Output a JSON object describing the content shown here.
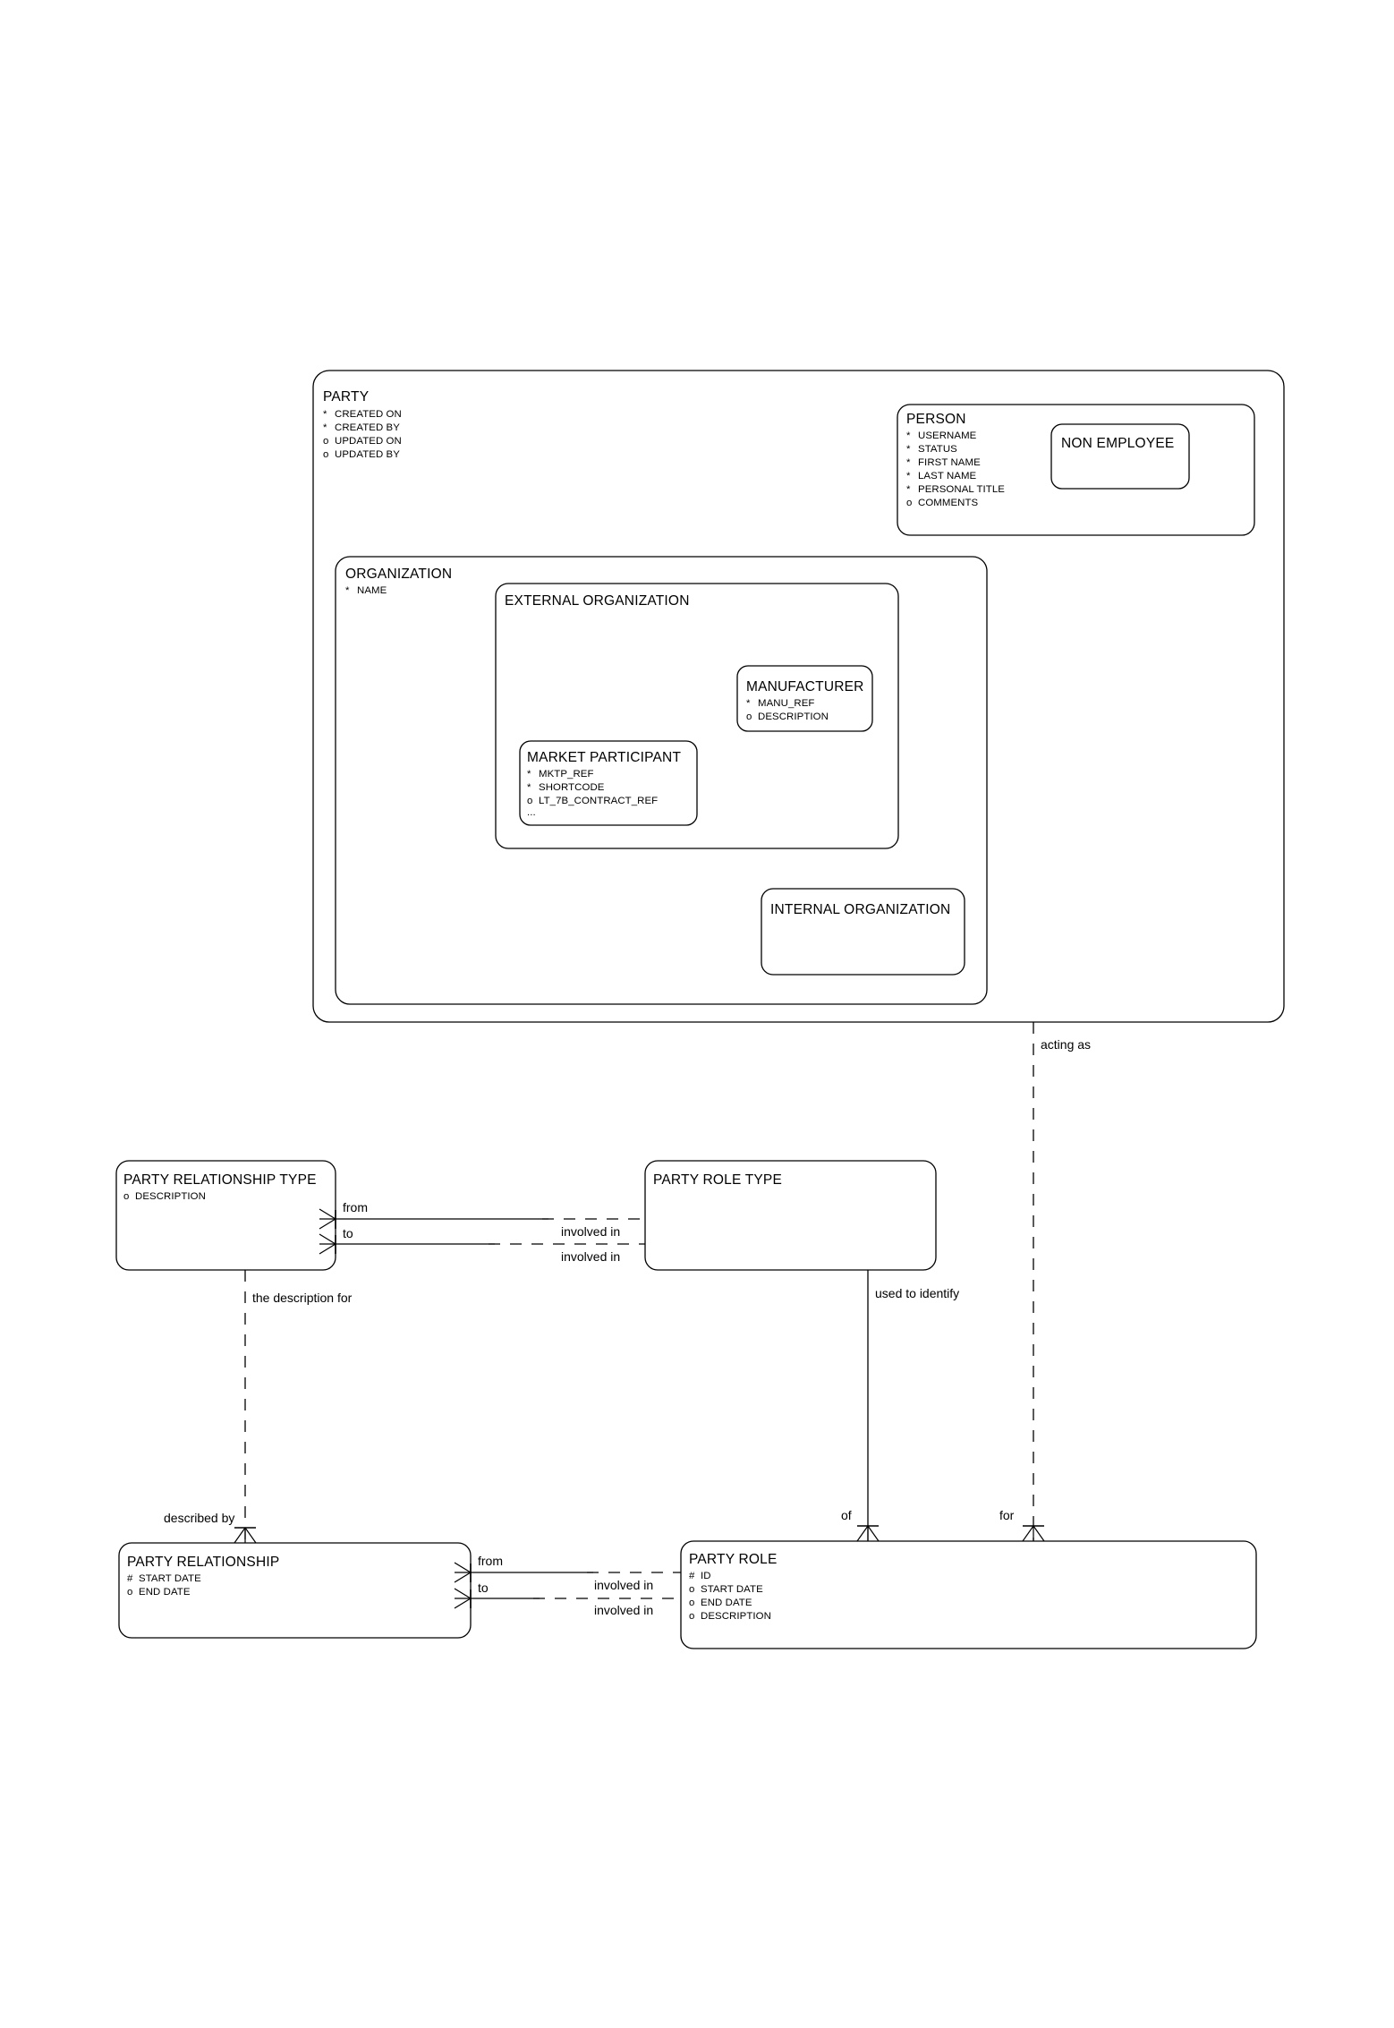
{
  "diagram": {
    "title": "Party Entity Relationship Diagram",
    "type": "entity-relationship-diagram",
    "notation": "Barker / Oracle ER",
    "background_color": "#ffffff",
    "line_color": "#000000"
  },
  "entities": {
    "party": {
      "name": "PARTY",
      "attributes": [
        {
          "marker": "*",
          "label": "CREATED ON"
        },
        {
          "marker": "*",
          "label": "CREATED BY"
        },
        {
          "marker": "o",
          "label": "UPDATED ON"
        },
        {
          "marker": "o",
          "label": "UPDATED BY"
        }
      ]
    },
    "person": {
      "name": "PERSON",
      "attributes": [
        {
          "marker": "*",
          "label": "USERNAME"
        },
        {
          "marker": "*",
          "label": "STATUS"
        },
        {
          "marker": "*",
          "label": "FIRST NAME"
        },
        {
          "marker": "*",
          "label": "LAST NAME"
        },
        {
          "marker": "*",
          "label": "PERSONAL TITLE"
        },
        {
          "marker": "o",
          "label": "COMMENTS"
        }
      ]
    },
    "non_employee": {
      "name": "NON EMPLOYEE",
      "attributes": []
    },
    "organization": {
      "name": "ORGANIZATION",
      "attributes": [
        {
          "marker": "*",
          "label": "NAME"
        }
      ]
    },
    "external_organization": {
      "name": "EXTERNAL ORGANIZATION",
      "attributes": []
    },
    "manufacturer": {
      "name": "MANUFACTURER",
      "attributes": [
        {
          "marker": "*",
          "label": "MANU_REF"
        },
        {
          "marker": "o",
          "label": "DESCRIPTION"
        }
      ]
    },
    "market_participant": {
      "name": "MARKET PARTICIPANT",
      "attributes": [
        {
          "marker": "*",
          "label": "MKTP_REF"
        },
        {
          "marker": "*",
          "label": "SHORTCODE"
        },
        {
          "marker": "o",
          "label": "LT_7B_CONTRACT_REF"
        },
        {
          "marker": "",
          "label": "..."
        }
      ]
    },
    "internal_organization": {
      "name": "INTERNAL ORGANIZATION",
      "attributes": []
    },
    "party_relationship_type": {
      "name": "PARTY RELATIONSHIP TYPE",
      "attributes": [
        {
          "marker": "o",
          "label": "DESCRIPTION"
        }
      ]
    },
    "party_role_type": {
      "name": "PARTY ROLE TYPE",
      "attributes": []
    },
    "party_relationship": {
      "name": "PARTY RELATIONSHIP",
      "attributes": [
        {
          "marker": "#",
          "label": "START DATE"
        },
        {
          "marker": "o",
          "label": "END DATE"
        }
      ]
    },
    "party_role": {
      "name": "PARTY ROLE",
      "attributes": [
        {
          "marker": "#",
          "label": "ID"
        },
        {
          "marker": "o",
          "label": "START DATE"
        },
        {
          "marker": "o",
          "label": "END DATE"
        },
        {
          "marker": "o",
          "label": "DESCRIPTION"
        }
      ]
    }
  },
  "relationship_labels": {
    "acting_as": "acting as",
    "prt_from": "from",
    "prt_to": "to",
    "prt_involved_in_1": "involved in",
    "prt_involved_in_2": "involved in",
    "the_description_for": "the description for",
    "used_to_identify": "used to identify",
    "described_by": "described by",
    "pr_from": "from",
    "pr_to": "to",
    "pr_involved_in_1": "involved in",
    "pr_involved_in_2": "involved in",
    "of": "of",
    "for": "for"
  }
}
